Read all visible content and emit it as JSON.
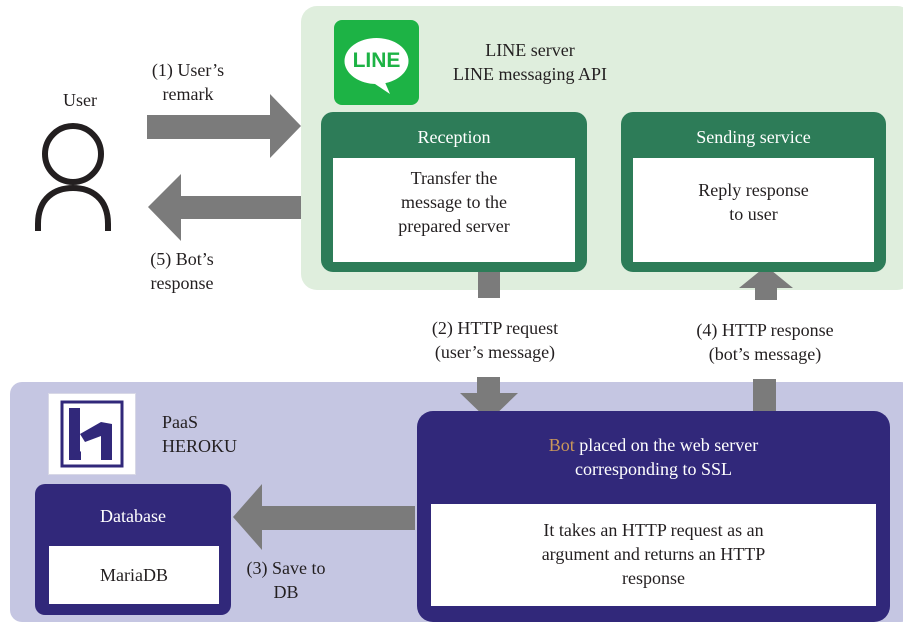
{
  "user": {
    "label": "User"
  },
  "line_server": {
    "logo_text": "LINE",
    "title_line1": "LINE server",
    "title_line2": "LINE messaging API",
    "reception": {
      "header": "Reception",
      "body": [
        "Transfer the",
        "message to the",
        "prepared server"
      ]
    },
    "sending": {
      "header": "Sending service",
      "body": [
        "Reply response",
        "to user"
      ]
    }
  },
  "heroku": {
    "logo_letter": "H",
    "title_line1": "PaaS",
    "title_line2": "HEROKU",
    "database": {
      "header": "Database",
      "body": "MariaDB"
    },
    "bot": {
      "header_word": "Bot",
      "header_rest": " placed on the web server",
      "header_line2": "corresponding to SSL",
      "body": [
        "It takes an HTTP request as an",
        "argument and returns an HTTP",
        "response"
      ]
    }
  },
  "steps": {
    "s1": [
      "(1) User’s",
      "remark"
    ],
    "s2": [
      "(2) HTTP request",
      "(user’s message)"
    ],
    "s3": [
      "(3) Save to",
      "DB"
    ],
    "s4": [
      "(4) HTTP response",
      "(bot’s message)"
    ],
    "s5": [
      "(5) Bot’s",
      "response"
    ]
  },
  "colors": {
    "line_panel": "#dfeedd",
    "line_green": "#2d7c58",
    "line_logo": "#1db345",
    "heroku_panel": "#c5c6e2",
    "heroku_purple": "#31287a",
    "bot_word": "#c9975a",
    "arrow": "#7b7b7b"
  }
}
